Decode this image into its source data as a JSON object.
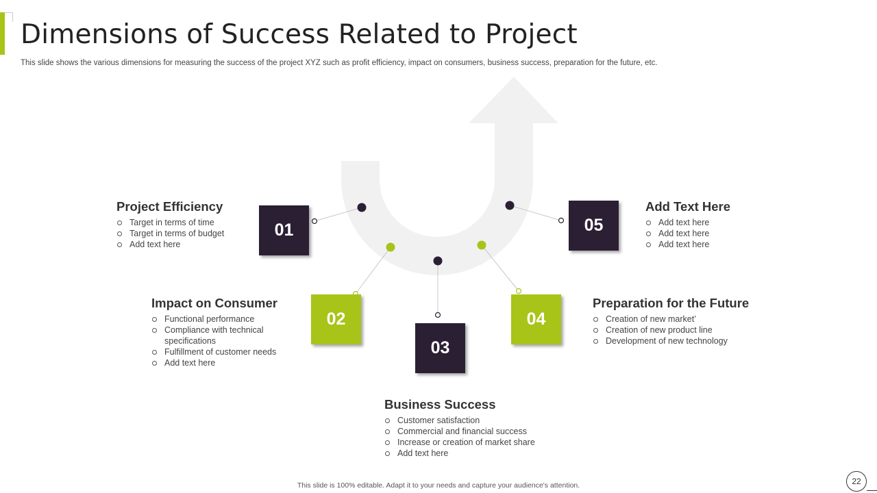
{
  "header": {
    "title": "Dimensions of Success Related to Project",
    "subtitle": "This slide shows the various dimensions for measuring the success of the project XYZ  such as profit efficiency, impact on consumers, business success, preparation for the future, etc."
  },
  "colors": {
    "accent_green": "#a8c418",
    "dark_purple": "#2b1f33",
    "arrow_gray": "#f1f1f1"
  },
  "steps": [
    {
      "number": "01",
      "title": "Project Efficiency",
      "items": [
        "Target  in terms of time",
        "Target  in terms of budget",
        "Add text here"
      ]
    },
    {
      "number": "02",
      "title": "Impact on Consumer",
      "items": [
        "Functional performance",
        "Compliance  with technical specifications",
        "Fulfillment  of customer needs",
        "Add text here"
      ]
    },
    {
      "number": "03",
      "title": "Business Success",
      "items": [
        "Customer satisfaction",
        "Commercial  and financial success",
        "Increase  or creation of market share",
        "Add text here"
      ]
    },
    {
      "number": "04",
      "title": "Preparation for the Future",
      "items": [
        "Creation  of new market’",
        "Creation  of new product line",
        "Development  of new technology"
      ]
    },
    {
      "number": "05",
      "title": "Add Text Here",
      "items": [
        "Add text here",
        "Add text here",
        "Add text here"
      ]
    }
  ],
  "footer": {
    "note": "This slide is 100% editable.  Adapt it to your needs and capture your audience's attention.",
    "page_number": "22"
  }
}
